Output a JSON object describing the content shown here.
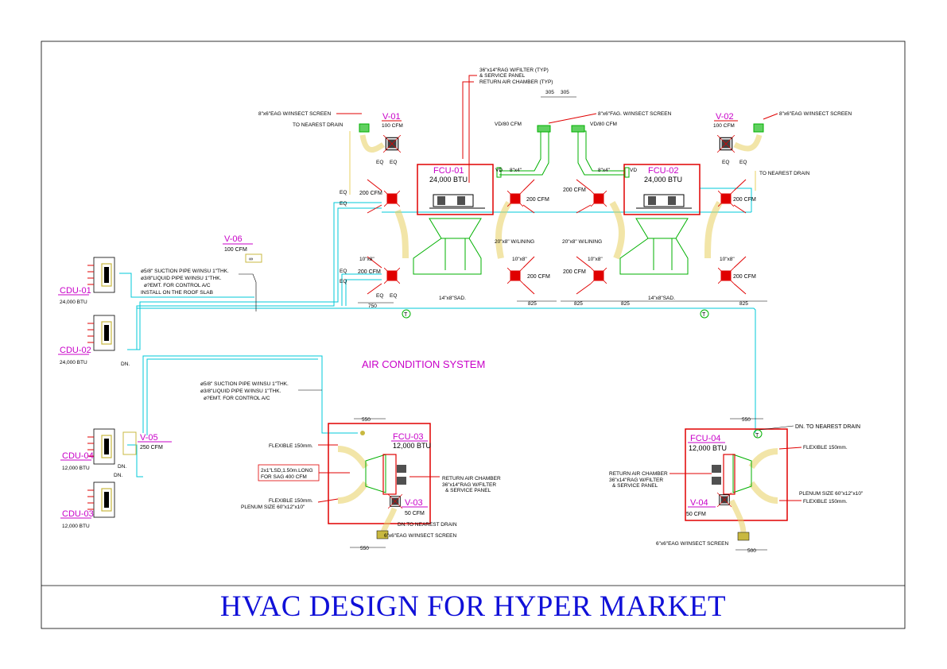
{
  "title": "HVAC DESIGN FOR HYPER MARKET",
  "system_label": "AIR CONDITION SYSTEM",
  "units": {
    "fcu01": {
      "tag": "FCU-01",
      "cap": "24,000 BTU"
    },
    "fcu02": {
      "tag": "FCU-02",
      "cap": "24,000 BTU"
    },
    "fcu03": {
      "tag": "FCU-03",
      "cap": "12,000 BTU"
    },
    "fcu04": {
      "tag": "FCU-04",
      "cap": "12,000 BTU"
    },
    "cdu01": {
      "tag": "CDU-01",
      "cap": "24,000 BTU"
    },
    "cdu02": {
      "tag": "CDU-02",
      "cap": "24,000 BTU"
    },
    "cdu03": {
      "tag": "CDU-03",
      "cap": "12,000 BTU"
    },
    "cdu04": {
      "tag": "CDU-04",
      "cap": "12,000 BTU"
    },
    "v01": {
      "tag": "V-01",
      "cfm": "100 CFM"
    },
    "v02": {
      "tag": "V-02",
      "cfm": "100 CFM"
    },
    "v03": {
      "tag": "V-03",
      "cfm": "50 CFM"
    },
    "v04": {
      "tag": "V-04",
      "cfm": "50 CFM"
    },
    "v05": {
      "tag": "V-05",
      "cfm": "250 CFM"
    },
    "v06": {
      "tag": "V-06",
      "cfm": "100 CFM"
    }
  },
  "notes": {
    "rag_filter_1": "36\"x14\"RAG W/FILTER (TYP)",
    "rag_filter_2": "& SERVICE PANEL",
    "rag_filter_3": "RETURN AIR CHAMBER (TYP)",
    "dim_305": "305",
    "eag_screen": "8\"x6\"EAG W/INSECT SCREEN",
    "fag_screen": "8\"x6\"FAG. W/INSECT SCREEN",
    "to_drain": "TO NEAREST DRAIN",
    "vd_cfm": "VD/80 CFM",
    "eq": "EQ",
    "vd": "VD",
    "duct_8x4": "8\"x4\"",
    "cfm_200": "200 CFM",
    "lining": "20\"x8\" W/LINING",
    "duct_10x8": "10\"x8\"",
    "sad": "14\"x8\"SAD.",
    "dim_750": "750",
    "dim_825": "825",
    "dim_550": "550",
    "dim_500": "500",
    "ts": "T",
    "dn": "DN.",
    "suction_1": "ø5/8\" SUCTION PIPE W/INSU 1\"THK.",
    "liquid_1": "ø3/8\"LIQUID PIPE W/INSU 1\"THK.",
    "emt_1": "ø?EMT. FOR CONTROL A/C",
    "roof_slab": "INSTALL ON THE ROOF SLAB",
    "suction_2": "ø5/8\" SUCTION PIPE W/INSU 1\"THK.",
    "liquid_2": "ø3/8\"LIQUID PIPE W/INSU 1\"THK.",
    "emt_2": "ø?EMT. FOR CONTROL A/C",
    "flexible": "FLEXIBLE 150mm.",
    "plenum": "PLENUM SIZE 60\"x12\"x10\"",
    "lsd_1": "2x1\"LSD,1.50m.LONG",
    "lsd_2": "FOR SAG 400 CFM",
    "return_chamber": "RETURN AIR CHAMBER",
    "rag_36x14": "36\"x14\"RAG W/FILTER",
    "service_panel": "& SERVICE PANEL",
    "dn_drain": "DN.TO NEAREST DRAIN",
    "dn_drain2": "DN. TO NEAREST DRAIN",
    "eag_6x6": "6\"x6\"EAG W/INSECT SCREEN"
  },
  "colors": {
    "red": "#e00000",
    "cyan": "#00c8d8",
    "yellow": "#e8d060",
    "green": "#00b000",
    "magenta": "#c800c8",
    "title": "#1010d8"
  }
}
